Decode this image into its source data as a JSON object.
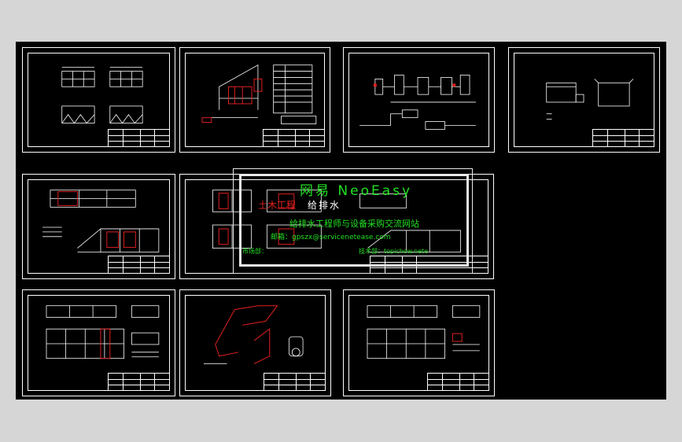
{
  "viewport": {
    "background": "#d6d6d6",
    "canvas_color": "#000000"
  },
  "colors": {
    "line": "#ffffff",
    "highlight": "#e02020",
    "watermark": "#22e022"
  },
  "watermark": {
    "brand": "网易 NeoEasy",
    "left_label": "土木工程",
    "sub": "给排水",
    "line1": "给排水工程师与设备采购交流网站",
    "line2": "邮箱：gpszx@servicenetease.com",
    "market": "市场部：",
    "tech": "技术部：topichow.nete"
  },
  "sheets": [
    {
      "id": "s1",
      "name": "tank-elevations"
    },
    {
      "id": "s2",
      "name": "building-section"
    },
    {
      "id": "s3",
      "name": "process-flow"
    },
    {
      "id": "s4",
      "name": "pit-detail"
    },
    {
      "id": "s5",
      "name": "plan-with-section"
    },
    {
      "id": "s6",
      "name": "double-plan"
    },
    {
      "id": "s7",
      "name": "long-plan-a"
    },
    {
      "id": "s8",
      "name": "isometric-pipe"
    },
    {
      "id": "s9",
      "name": "long-plan-b"
    }
  ]
}
